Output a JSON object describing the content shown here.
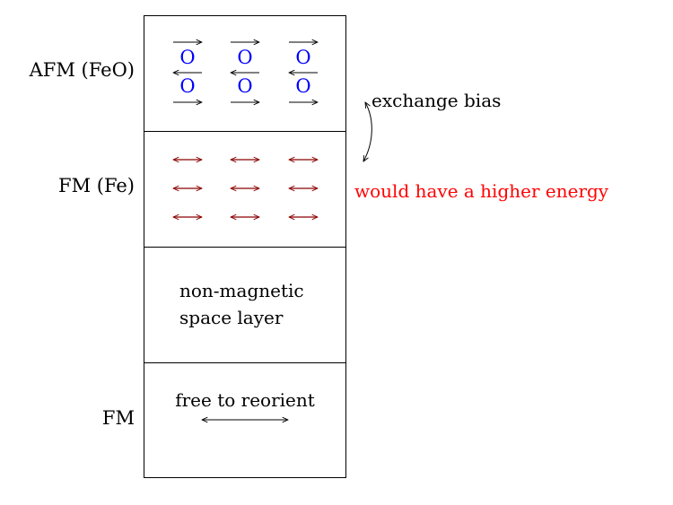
{
  "layers": [
    {
      "label": "AFM (FeO)",
      "kind": "afm"
    },
    {
      "label": "FM (Fe)",
      "kind": "fm"
    },
    {
      "label": "",
      "kind": "spacer",
      "text_lines": [
        "non-magnetic",
        "space layer"
      ]
    },
    {
      "label": "FM",
      "kind": "free",
      "text": "free to reorient"
    }
  ],
  "afm_atom_symbol": "O",
  "annotations": {
    "exchange_bias": "exchange bias",
    "higher_energy": "would have a higher energy"
  },
  "colors": {
    "oxygen": "#0000ff",
    "fe_spin": "#8b0000",
    "higher_energy": "#ff0000",
    "ink": "#000000"
  }
}
